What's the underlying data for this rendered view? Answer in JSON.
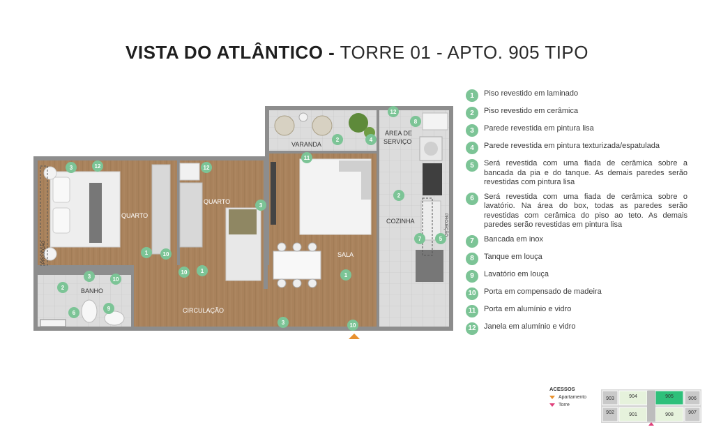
{
  "header": {
    "title_bold": "VISTA DO ATLÂNTICO -",
    "title_light": "TORRE 01 - APTO. 905 TIPO"
  },
  "plan": {
    "rooms": {
      "quarto1": "QUARTO",
      "quarto2": "QUARTO",
      "varanda": "VARANDA",
      "area_servico_1": "ÁREA DE",
      "area_servico_2": "SERVIÇO",
      "sala": "SALA",
      "cozinha": "COZINHA",
      "banho": "BANHO",
      "circulacao": "CIRCULAÇÃO",
      "projecao": "PROJEÇÃO"
    }
  },
  "legend": [
    {
      "n": "1",
      "text": "Piso revestido em laminado"
    },
    {
      "n": "2",
      "text": "Piso revestido em cerâmica"
    },
    {
      "n": "3",
      "text": "Parede revestida em pintura lisa"
    },
    {
      "n": "4",
      "text": "Parede revestida em pintura texturizada/espatulada"
    },
    {
      "n": "5",
      "text": "Será revestida com uma fiada de cerâmica sobre a bancada da pia e do tanque. As demais paredes serão revestidas com pintura lisa"
    },
    {
      "n": "6",
      "text": "Será revestida com uma fiada de cerâmica sobre o lavatório. Na área do box, todas as paredes serão revestidas com cerâmica do piso ao teto. As demais paredes serão revestidas em pintura lisa"
    },
    {
      "n": "7",
      "text": "Bancada em inox"
    },
    {
      "n": "8",
      "text": "Tanque em louça"
    },
    {
      "n": "9",
      "text": "Lavatório em louça"
    },
    {
      "n": "10",
      "text": "Porta em compensado de madeira"
    },
    {
      "n": "11",
      "text": "Porta em alumínio e vidro"
    },
    {
      "n": "12",
      "text": "Janela em alumínio e vidro"
    }
  ],
  "access": {
    "title": "ACESSOS",
    "apartment": "Apartamento",
    "tower": "Torre",
    "apartment_color": "#e8912e",
    "tower_color": "#e0407a"
  },
  "keyplan": {
    "top": [
      "903",
      "904",
      "905",
      "906"
    ],
    "bottom": [
      "902",
      "901",
      "908",
      "907"
    ],
    "highlight": "905",
    "highlight_color": "#2ec07a"
  },
  "colors": {
    "badge": "#7cc496",
    "wood": "#a9825c",
    "tile": "#d9d9d9",
    "wall": "#8d8d8d"
  }
}
